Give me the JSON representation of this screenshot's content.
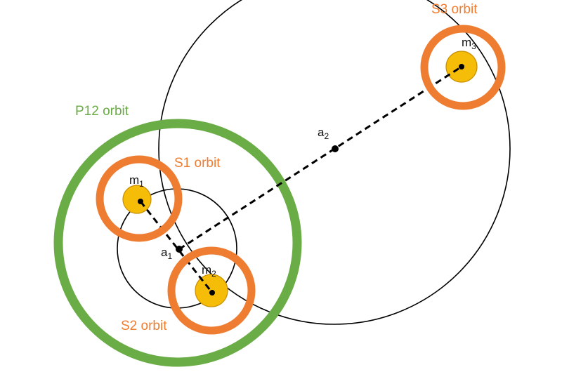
{
  "colors": {
    "background": "#ffffff",
    "orbit_line": "#000000",
    "planet_orbit": "#6aac45",
    "star_orbit": "#ef7d31",
    "star_fill": "#f5bd08",
    "star_stroke": "#c98f00"
  },
  "labels": {
    "s3_orbit": "S3 orbit",
    "p12_orbit": "P12 orbit",
    "s1_orbit": "S1 orbit",
    "s2_orbit": "S2 orbit"
  },
  "points": {
    "m1": {
      "base": "m",
      "sub": "1"
    },
    "m2": {
      "base": "m",
      "sub": "2"
    },
    "m3": {
      "base": "m",
      "sub": "3"
    },
    "a1": {
      "base": "a",
      "sub": "1"
    },
    "a2": {
      "base": "a",
      "sub": "2"
    }
  }
}
